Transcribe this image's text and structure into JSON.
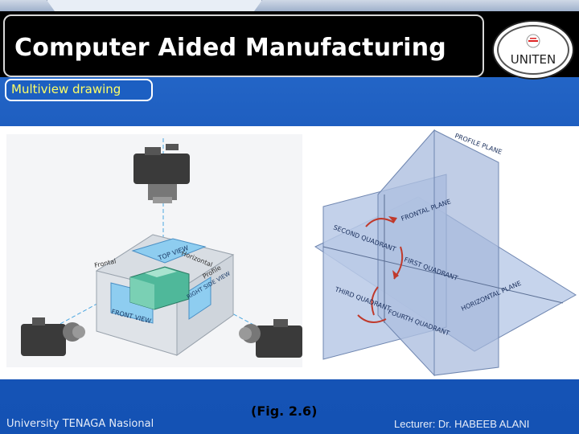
{
  "slide": {
    "title": "Computer Aided Manufacturing",
    "subtitle": "Multiview drawing",
    "logo_text": "UNITEN",
    "footer_left": "University TENAGA Nasional",
    "footer_right": "Lecturer: Dr. HABEEB ALANI",
    "caption": "(Fig. 2.6)"
  },
  "figure_left": {
    "labels": {
      "top_view": "TOP VIEW",
      "front_view": "FRONT VIEW",
      "right_side_view": "RIGHT SIDE VIEW",
      "horizontal": "Horizontal",
      "frontal": "Frontal",
      "profile": "Profile"
    }
  },
  "figure_right": {
    "labels": {
      "profile_plane": "PROFILE PLANE",
      "frontal_plane": "FRONTAL PLANE",
      "horizontal_plane": "HORIZONTAL PLANE",
      "first_quadrant": "FIRST QUADRANT",
      "second_quadrant": "SECOND QUADRANT",
      "third_quadrant": "THIRD QUADRANT",
      "fourth_quadrant": "FOURTH QUADRANT"
    }
  },
  "colors": {
    "background": "#1452b4",
    "title_bar": "#000000",
    "subtitle_text": "#ffff66",
    "plane_fill": "#b9c9e6"
  }
}
